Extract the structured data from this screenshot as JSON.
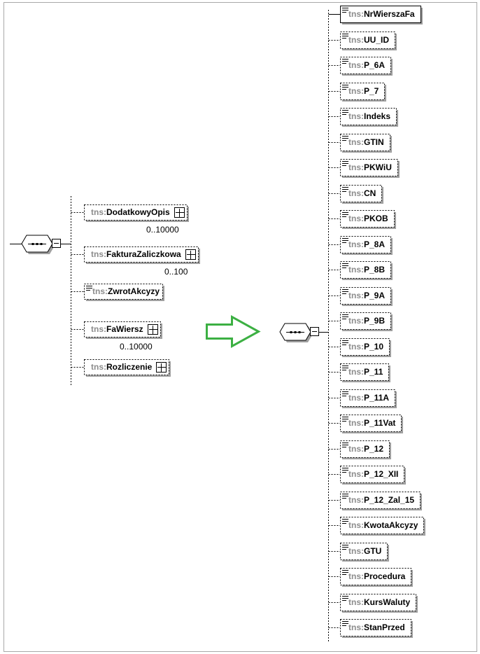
{
  "left_group": {
    "elements": [
      {
        "prefix": "tns:",
        "name": "DodatkowyOpis",
        "occurs": "0..10000",
        "expandable": true,
        "optional": true
      },
      {
        "prefix": "tns:",
        "name": "FakturaZaliczkowa",
        "occurs": "0..100",
        "expandable": true,
        "optional": true
      },
      {
        "prefix": "tns:",
        "name": "ZwrotAkcyzy",
        "occurs": "",
        "expandable": false,
        "optional": true
      },
      {
        "prefix": "tns:",
        "name": "FaWiersz",
        "occurs": "0..10000",
        "expandable": true,
        "optional": true
      },
      {
        "prefix": "tns:",
        "name": "Rozliczenie",
        "occurs": "",
        "expandable": true,
        "optional": true
      }
    ]
  },
  "right_group": {
    "elements": [
      {
        "prefix": "tns:",
        "name": "NrWierszaFa",
        "optional": false
      },
      {
        "prefix": "tns:",
        "name": "UU_ID",
        "optional": true
      },
      {
        "prefix": "tns:",
        "name": "P_6A",
        "optional": true
      },
      {
        "prefix": "tns:",
        "name": "P_7",
        "optional": true
      },
      {
        "prefix": "tns:",
        "name": "Indeks",
        "optional": true
      },
      {
        "prefix": "tns:",
        "name": "GTIN",
        "optional": true
      },
      {
        "prefix": "tns:",
        "name": "PKWiU",
        "optional": true
      },
      {
        "prefix": "tns:",
        "name": "CN",
        "optional": true
      },
      {
        "prefix": "tns:",
        "name": "PKOB",
        "optional": true
      },
      {
        "prefix": "tns:",
        "name": "P_8A",
        "optional": true
      },
      {
        "prefix": "tns:",
        "name": "P_8B",
        "optional": true
      },
      {
        "prefix": "tns:",
        "name": "P_9A",
        "optional": true
      },
      {
        "prefix": "tns:",
        "name": "P_9B",
        "optional": true
      },
      {
        "prefix": "tns:",
        "name": "P_10",
        "optional": true
      },
      {
        "prefix": "tns:",
        "name": "P_11",
        "optional": true
      },
      {
        "prefix": "tns:",
        "name": "P_11A",
        "optional": true
      },
      {
        "prefix": "tns:",
        "name": "P_11Vat",
        "optional": true
      },
      {
        "prefix": "tns:",
        "name": "P_12",
        "optional": true
      },
      {
        "prefix": "tns:",
        "name": "P_12_XII",
        "optional": true
      },
      {
        "prefix": "tns:",
        "name": "P_12_Zal_15",
        "optional": true
      },
      {
        "prefix": "tns:",
        "name": "KwotaAkcyzy",
        "optional": true
      },
      {
        "prefix": "tns:",
        "name": "GTU",
        "optional": true
      },
      {
        "prefix": "tns:",
        "name": "Procedura",
        "optional": true
      },
      {
        "prefix": "tns:",
        "name": "KursWaluty",
        "optional": true
      },
      {
        "prefix": "tns:",
        "name": "StanPrzed",
        "optional": true
      }
    ]
  },
  "colors": {
    "line": "#000000",
    "prefix_text": "#8c8c8c",
    "box_shadow": "#a0a0a0",
    "arrow": "#3cb043",
    "frame": "#a9a9a9"
  },
  "icons": {
    "sequence": "sequence-compositor-icon",
    "expand": "plus-box-icon",
    "simple_type": "simple-type-lines-icon",
    "arrow": "right-arrow-icon"
  }
}
